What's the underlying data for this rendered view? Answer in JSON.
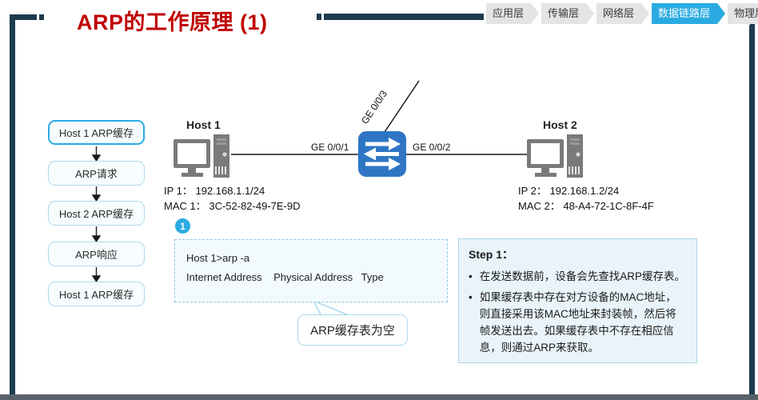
{
  "slide": {
    "title": "ARP的工作原理 (1)"
  },
  "nav_tabs": {
    "items": [
      {
        "label": "应用层",
        "active": false
      },
      {
        "label": "传输层",
        "active": false
      },
      {
        "label": "网络层",
        "active": false
      },
      {
        "label": "数据链路层",
        "active": true
      },
      {
        "label": "物理层",
        "active": false
      }
    ]
  },
  "flowchart": {
    "steps": [
      {
        "label": "Host 1 ARP缓存",
        "highlighted": true
      },
      {
        "label": "ARP请求",
        "highlighted": false
      },
      {
        "label": "Host 2 ARP缓存",
        "highlighted": false
      },
      {
        "label": "ARP响应",
        "highlighted": false
      },
      {
        "label": "Host 1 ARP缓存",
        "highlighted": false
      }
    ]
  },
  "network": {
    "host1": {
      "name": "Host 1",
      "ip_label": "IP 1： 192.168.1.1/24",
      "mac_label": "MAC 1： 3C-52-82-49-7E-9D"
    },
    "host2": {
      "name": "Host 2",
      "ip_label": "IP 2： 192.168.1.2/24",
      "mac_label": "MAC 2： 48-A4-72-1C-8F-4F"
    },
    "ports": {
      "left": "GE 0/0/1",
      "right": "GE 0/0/2",
      "top": "GE 0/0/3"
    },
    "icons": {
      "host": "desktop-computer-icon",
      "switch": "lan-switch-icon"
    }
  },
  "terminal": {
    "badge": "1",
    "lines": [
      "Host 1>arp -a",
      "Internet Address    Physical Address   Type"
    ]
  },
  "callout": {
    "text": "ARP缓存表为空"
  },
  "step_panel": {
    "heading": "Step 1：",
    "bullet_char": "•",
    "bullets": [
      "在发送数据前，设备会先查找ARP缓存表。",
      "如果缓存表中存在对方设备的MAC地址，则直接采用该MAC地址来封装帧，然后将帧发送出去。如果缓存表中不存在相应信息，则通过ARP来获取。"
    ]
  },
  "colors": {
    "title_red": "#C00000",
    "accent_blue": "#29ABE2",
    "frame_dark_teal": "#1C3B4F",
    "switch_blue": "#2E76C4",
    "device_gray": "#7A7A7A",
    "tab_gray": "#E4E4E4",
    "panel_bg": "#E9F4FA",
    "bottom_bar_gray": "#59616A"
  }
}
